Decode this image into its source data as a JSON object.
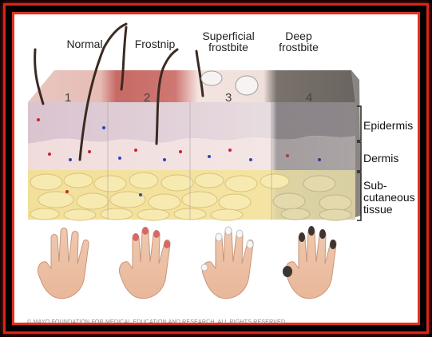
{
  "stage_labels": [
    {
      "number": "1",
      "name": "Normal"
    },
    {
      "number": "2",
      "name": "Frostnip"
    },
    {
      "number": "3",
      "name": "Superficial\nfrostbite"
    },
    {
      "number": "4",
      "name": "Deep\nfrostbite"
    }
  ],
  "layer_labels": {
    "epidermis": "Epidermis",
    "dermis": "Dermis",
    "subcutaneous": "Sub-\ncutaneous\ntissue"
  },
  "credit": "© MAYO FOUNDATION FOR MEDICAL EDUCATION AND RESEARCH. ALL RIGHTS RESERVED.",
  "colors": {
    "frame_red": "#d8261b",
    "skin": "#e9c6c0",
    "frostnip_red": "#c95e5c",
    "fat_yellow": "#f3e39a",
    "deep_gray": "#6f6b68"
  }
}
